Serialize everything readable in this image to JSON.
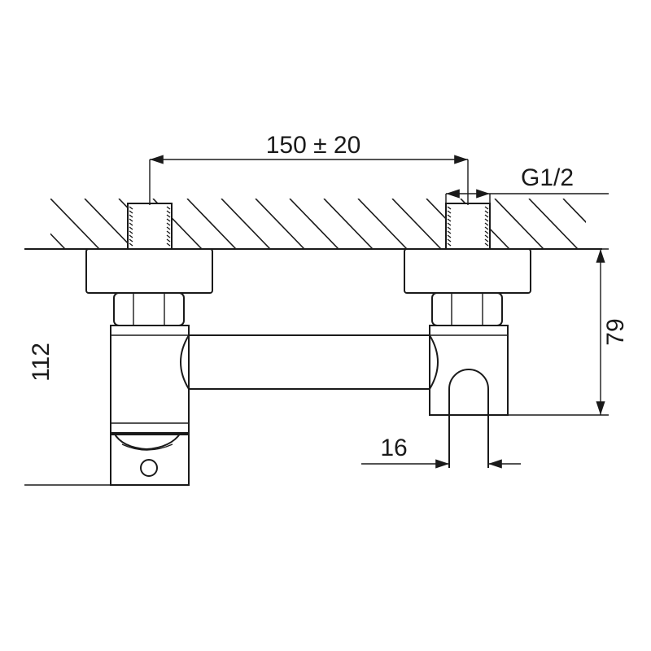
{
  "dimensions": {
    "spacing": "150 ± 20",
    "thread": "G1/2",
    "total_height": "112",
    "outlet_height": "79",
    "outlet_diameter": "16"
  },
  "colors": {
    "line": "#1a1a1a",
    "background": "#ffffff"
  }
}
